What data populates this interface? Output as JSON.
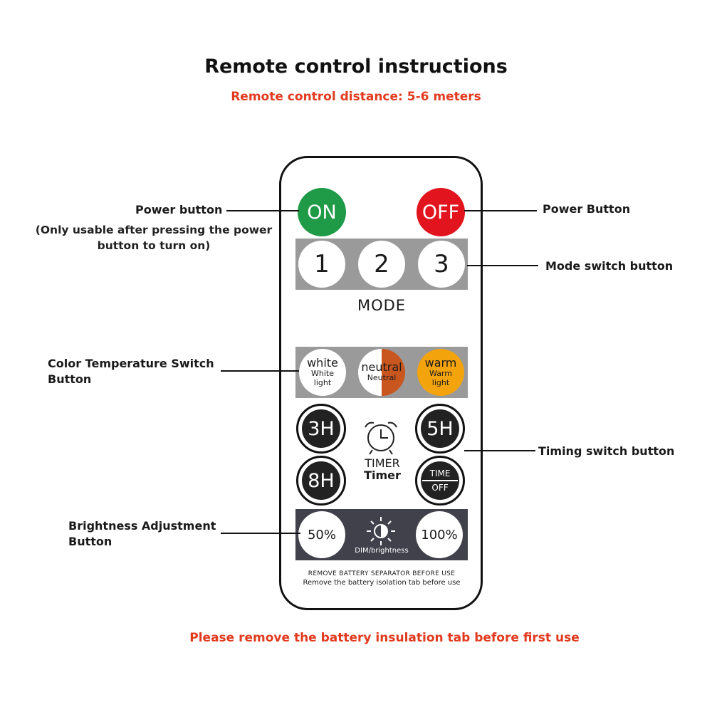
{
  "title": "Remote control instructions",
  "subtitle": "Remote control distance: 5-6 meters",
  "footer": "Please remove the battery insulation tab before first use",
  "buttons": {
    "on": "ON",
    "off": "OFF",
    "mode": [
      "1",
      "2",
      "3"
    ],
    "mode_label": "MODE",
    "white": {
      "label": "white",
      "sub": "White light"
    },
    "neutral": {
      "label": "neutral",
      "sub": "Neutral"
    },
    "warm": {
      "label": "warm",
      "sub": "Warm light"
    },
    "timer_3h": "3H",
    "timer_5h": "5H",
    "timer_8h": "8H",
    "time_off_top": "TIME",
    "time_off_bottom": "OFF",
    "timer_label": "TIMER",
    "timer_sub": "Timer",
    "dim_50": "50%",
    "dim_100": "100%",
    "dim_label": "DIM/brightness",
    "separator_notice": "REMOVE BATTERY SEPARATOR BEFORE USE",
    "separator_translation": "Remove the battery isolation tab before use"
  },
  "callouts": {
    "power_left": "Power button",
    "power_left_note": "(Only usable after pressing the power button to turn on)",
    "power_right": "Power Button",
    "mode": "Mode switch button",
    "color_temp": "Color Temperature Switch Button",
    "timing": "Timing switch button",
    "brightness": "Brightness Adjustment Button"
  },
  "colors": {
    "on": "#1f9a47",
    "off": "#e2141d",
    "warm": "#f3a40d",
    "neutral_half": "#c8561e",
    "accent_text": "#e23a1e",
    "panel_gray": "#9a9a9a",
    "panel_dark": "#40414b"
  },
  "icons": [
    "alarm-clock-icon",
    "brightness-icon"
  ]
}
